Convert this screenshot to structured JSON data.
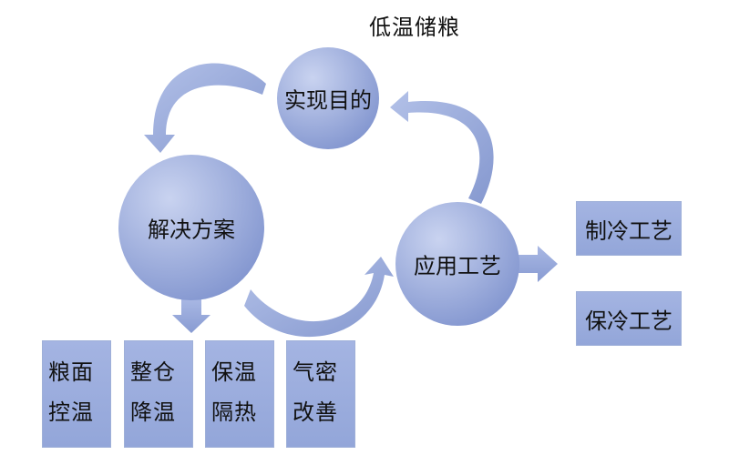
{
  "title": "低温储粮",
  "nodes": {
    "goal": "实现目的",
    "solution": "解决方案",
    "process": "应用工艺"
  },
  "process_outputs": [
    "制冷工艺",
    "保冷工艺"
  ],
  "solution_items": [
    {
      "line1": "粮面",
      "line2": "控温"
    },
    {
      "line1": "整仓",
      "line2": "降温"
    },
    {
      "line1": "保温",
      "line2": "隔热"
    },
    {
      "line1": "气密",
      "line2": "改善"
    }
  ],
  "colors": {
    "circle_light": "#b7c4ea",
    "circle_dark": "#7f93cf",
    "arrow": "#97a9da",
    "box": "#9aacdc"
  }
}
